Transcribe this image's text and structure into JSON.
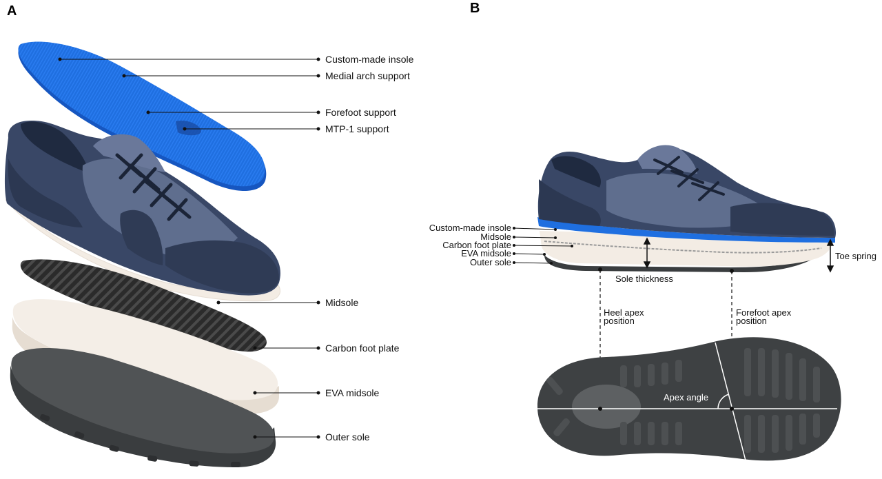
{
  "panel_a": {
    "letter": "A",
    "labels": {
      "custom_insole": "Custom-made insole",
      "medial_arch": "Medial arch support",
      "forefoot_support": "Forefoot support",
      "mtp1_support": "MTP-1 support",
      "midsole": "Midsole",
      "carbon_plate": "Carbon foot plate",
      "eva_midsole": "EVA midsole",
      "outer_sole": "Outer sole"
    }
  },
  "panel_b": {
    "letter": "B",
    "labels": {
      "custom_insole": "Custom-made insole",
      "midsole": "Midsole",
      "carbon_plate": "Carbon foot plate",
      "eva_midsole": "EVA midsole",
      "outer_sole": "Outer sole",
      "toe_spring": "Toe spring",
      "sole_thickness": "Sole thickness",
      "heel_apex_1": "Heel apex",
      "heel_apex_2": "position",
      "forefoot_apex_1": "Forefoot apex",
      "forefoot_apex_2": "position",
      "apex_angle": "Apex angle"
    }
  },
  "colors": {
    "shoe_dark": "#2f3b55",
    "shoe_mid": "#4a5877",
    "shoe_light": "#5f6e8e",
    "insole_blue": "#1f6fe0",
    "sole_cream": "#f3ece4",
    "outsole_grey": "#4b4e50",
    "carbon": "#2c2c2c"
  }
}
